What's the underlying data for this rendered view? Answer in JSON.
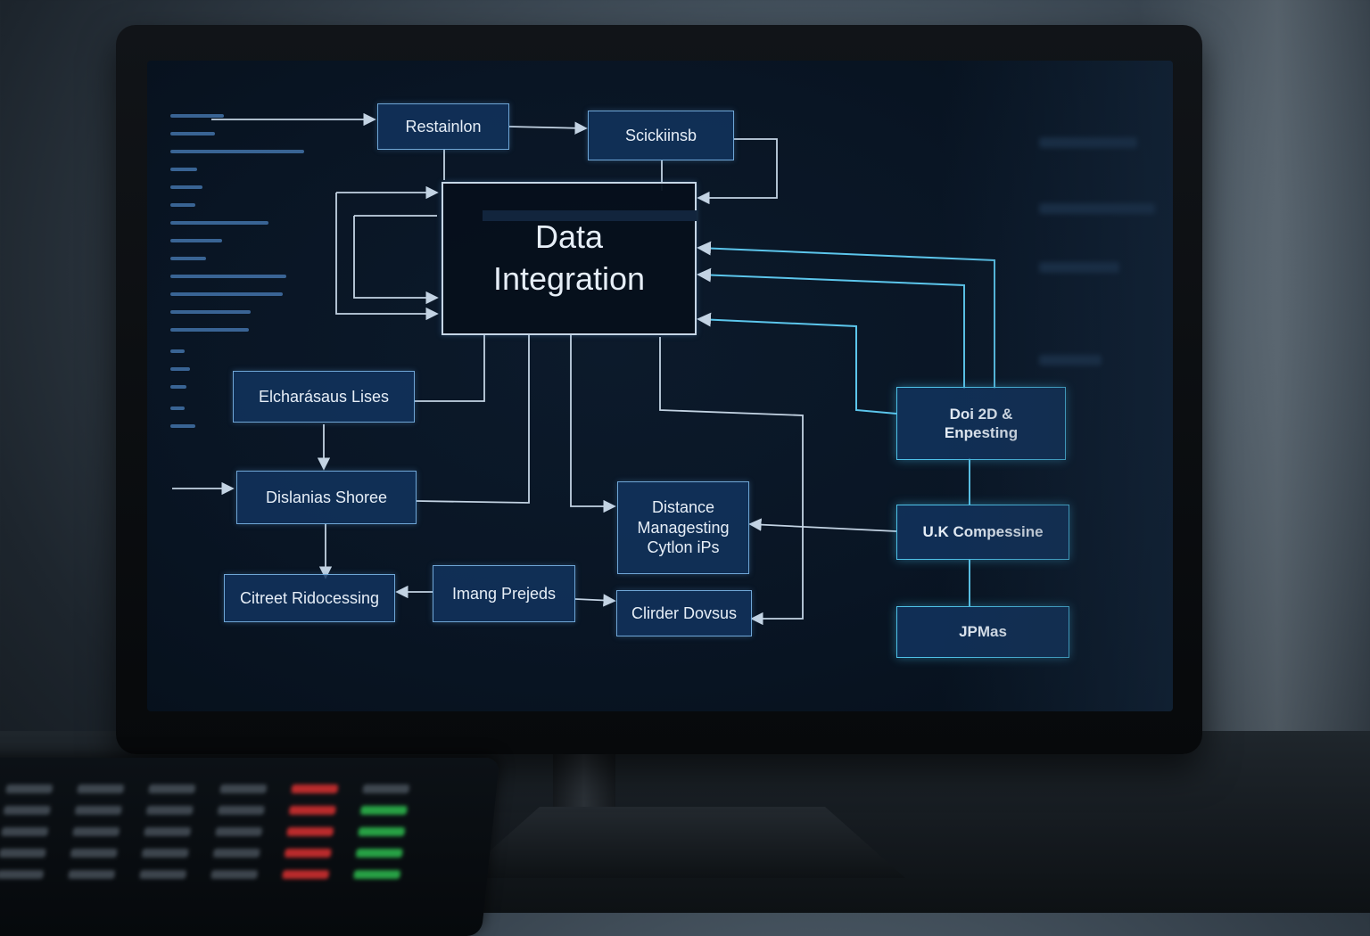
{
  "diagram": {
    "hub": {
      "line1": "Data",
      "line2": "Integration"
    },
    "nodes": {
      "restainlon": "Restainlon",
      "scickiinsb": "Scickiinsb",
      "elcharasaus": "Elcharásaus Lises",
      "dislanias": "Dislanias Shoree",
      "citreet": "Citreet Ridocessing",
      "imang": "Imang Prejeds",
      "distance": {
        "line1": "Distance",
        "line2": "Managesting",
        "line3": "Cytlon iPs"
      },
      "clirder": "Clirder Dovsus",
      "doi": {
        "line1": "Doi 2D &",
        "line2": "Enpesting"
      },
      "uk": "U.K Compessine",
      "jpmas": "JPMas"
    },
    "colors": {
      "wire": "#c3d3e3",
      "wire_cyan": "#5cc6ec",
      "node_fill": "#123460",
      "node_border": "#6fa6d6"
    }
  }
}
